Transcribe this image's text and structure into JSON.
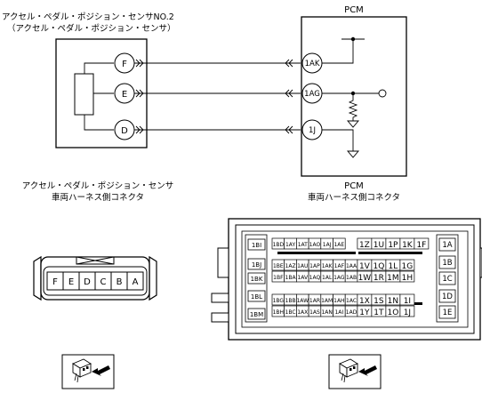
{
  "sensor": {
    "title_line1": "アクセル・ペダル・ポジション・センサNO.2",
    "title_line2": "（アクセル・ペダル・ポジション・センサ）",
    "pins": [
      "F",
      "E",
      "D"
    ]
  },
  "pcm": {
    "title": "PCM",
    "pins": [
      "1AK",
      "1AG",
      "1J"
    ]
  },
  "sensor_connector": {
    "title_line1": "アクセル・ペダル・ポジション・センサ",
    "title_line2": "車両ハーネス側コネクタ",
    "pins": [
      "F",
      "E",
      "D",
      "C",
      "B",
      "A"
    ]
  },
  "pcm_connector": {
    "title_line1": "PCM",
    "title_line2": "車両ハーネス側コネクタ",
    "left_labels": [
      "1BI",
      "1BJ",
      "1BK",
      "1BL",
      "1BM"
    ],
    "right_labels": [
      "1A",
      "1B",
      "1C",
      "1D",
      "1E"
    ],
    "rows": [
      {
        "small": [
          "1BD",
          "1AY",
          "1AT",
          "1AO",
          "1AJ",
          "1AE"
        ],
        "big": [
          "1Z",
          "1U",
          "1P",
          "1K",
          "1F"
        ]
      },
      {
        "small": [
          "1BE",
          "1AZ",
          "1AU",
          "1AP",
          "1AK",
          "1AF",
          "1AA"
        ],
        "big": [
          "1V",
          "1Q",
          "1L",
          "1G"
        ]
      },
      {
        "small": [
          "1BF",
          "1BA",
          "1AV",
          "1AQ",
          "1AL",
          "1AG",
          "1AB"
        ],
        "big": [
          "1W",
          "1R",
          "1M",
          "1H"
        ]
      },
      {
        "small": [
          "1BG",
          "1BB",
          "1AW",
          "1AR",
          "1AM",
          "1AH",
          "1AC"
        ],
        "big": [
          "1X",
          "1S",
          "1N",
          "1I"
        ]
      },
      {
        "small": [
          "1BH",
          "1BC",
          "1AX",
          "1AS",
          "1AN",
          "1AI",
          "1AD"
        ],
        "big": [
          "1Y",
          "1T",
          "1O",
          "1J"
        ]
      }
    ]
  }
}
